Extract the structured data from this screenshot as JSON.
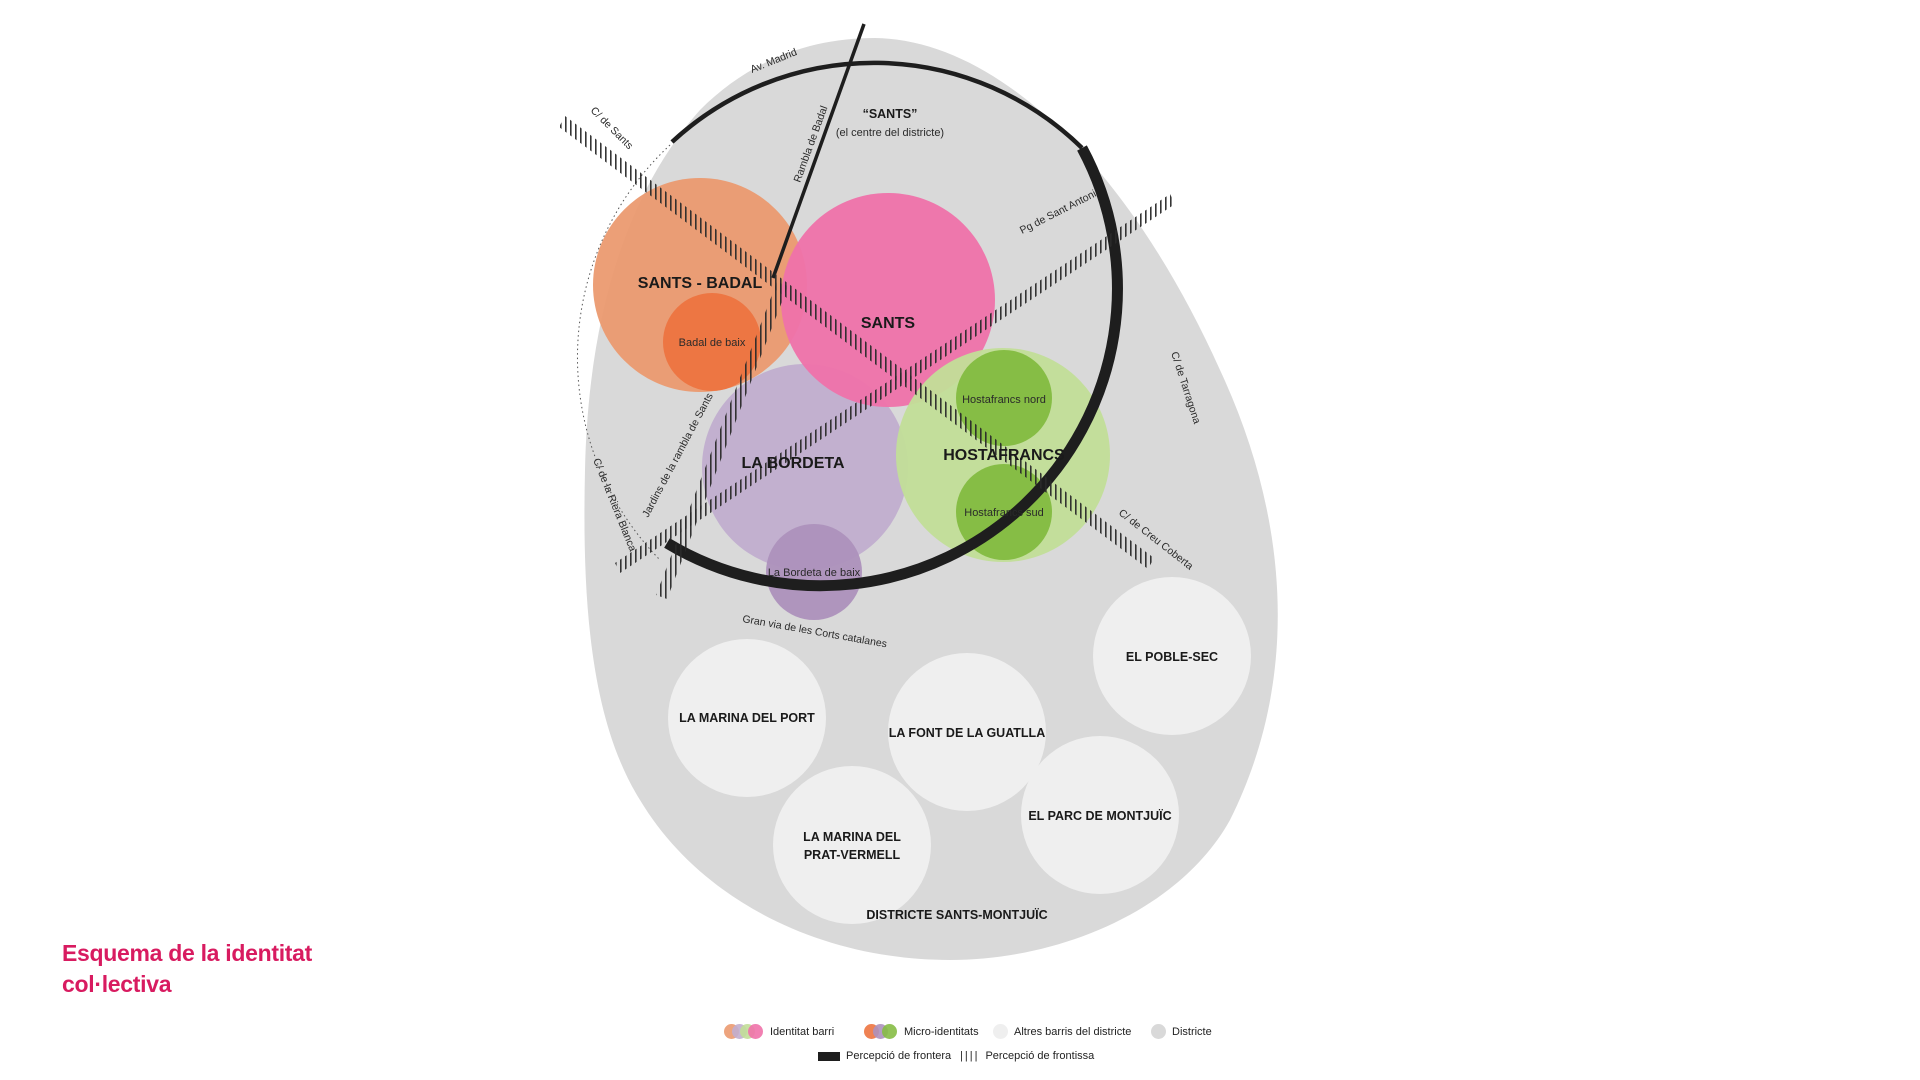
{
  "title": {
    "line1": "Esquema de la identitat",
    "line2": "col·lectiva"
  },
  "colors": {
    "district": "#d9d9d9",
    "other_barris": "#efefef",
    "sants_badal": "#eb9a70",
    "badal_de_baix": "#ed7440",
    "sants": "#ef72aa",
    "la_bordeta": "#c1aecf",
    "la_bordeta_de_baix": "#ad91bc",
    "hostafrancs": "#c2de98",
    "hostafrancs_micro": "#86bd45",
    "frontier": "#1e1e1e",
    "title": "#d81b60"
  },
  "barris": {
    "sants_badal": "SANTS - BADAL",
    "badal_de_baix": "Badal de baix",
    "sants": "SANTS",
    "la_bordeta": "LA BORDETA",
    "la_bordeta_de_baix": "La Bordeta de baix",
    "hostafrancs": "HOSTAFRANCS",
    "hostafrancs_nord": "Hostafrancs nord",
    "hostafrancs_sud": "Hostafrancs sud"
  },
  "centre": {
    "line1": "“SANTS”",
    "line2": "(el centre del districte)"
  },
  "other_barris": {
    "marina_port": "LA MARINA DEL PORT",
    "font_guatlla": "LA FONT DE LA GUATLLA",
    "poble_sec": "EL POBLE-SEC",
    "marina_prat_1": "LA MARINA DEL",
    "marina_prat_2": "PRAT-VERMELL",
    "parc_montjuic": "EL PARC DE MONTJUÏC"
  },
  "district_label": "DISTRICTE SANTS-MONTJUÏC",
  "streets": {
    "av_madrid": "Av. Madrid",
    "rambla_badal": "Rambla de Badal",
    "c_sants": "C/ de Sants",
    "pg_sant_antoni": "Pg de Sant Antoni",
    "c_tarragona": "C/ de Tarragona",
    "c_creu_coberta": "C/ de Creu Coberta",
    "gran_via": "Gran via de les Corts catalanes",
    "jardins_rambla": "Jardins de la rambla de Sants",
    "riera_blanca": "C/ de la Riera Blanca"
  },
  "legend": {
    "identitat_barri": "Identitat barri",
    "micro_identitats": "Micro-identitats",
    "altres_barris": "Altres barris del districte",
    "districte": "Districte",
    "frontera": "Percepció de frontera",
    "frontissa_symbol": "||||",
    "frontissa": "Percepció de frontissa"
  }
}
